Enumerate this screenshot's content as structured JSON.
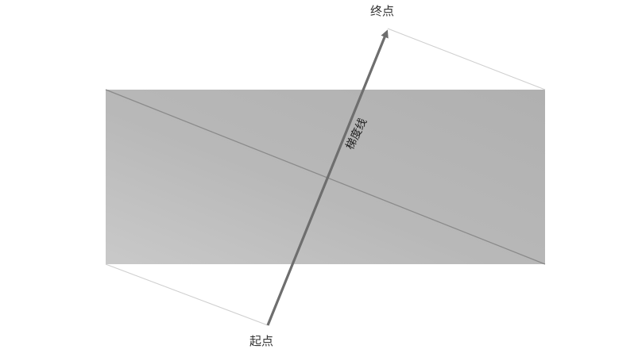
{
  "labels": {
    "end_point": "终点",
    "start_point": "起点",
    "gradient_line": "梯度线"
  },
  "colors": {
    "background": "#ffffff",
    "rect_fill_light": "#c7c7c7",
    "rect_fill_dark": "#aeaeae",
    "diagonal_line": "#8a8a8a",
    "guide_line": "#cfcfcf",
    "arrow": "#6e6e6e"
  }
}
